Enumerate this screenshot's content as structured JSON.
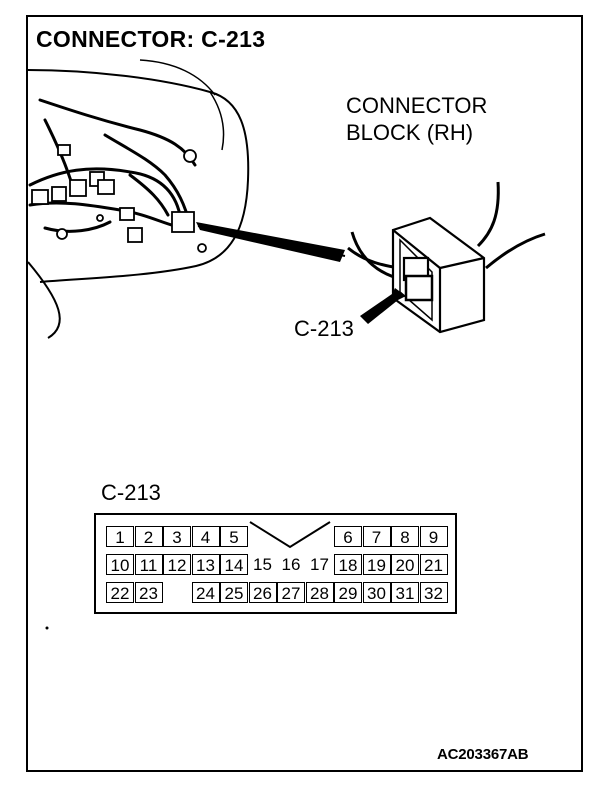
{
  "title": "CONNECTOR: C-213",
  "connector_block": {
    "line1": "CONNECTOR",
    "line2": "BLOCK (RH)"
  },
  "callout": "C-213",
  "pin_diagram": {
    "label": "C-213",
    "pins": [
      {
        "no": "1",
        "row": 0,
        "col": 0
      },
      {
        "no": "2",
        "row": 0,
        "col": 1
      },
      {
        "no": "3",
        "row": 0,
        "col": 2
      },
      {
        "no": "4",
        "row": 0,
        "col": 3
      },
      {
        "no": "5",
        "row": 0,
        "col": 4
      },
      {
        "no": "6",
        "row": 0,
        "col": 8
      },
      {
        "no": "7",
        "row": 0,
        "col": 9
      },
      {
        "no": "8",
        "row": 0,
        "col": 10
      },
      {
        "no": "9",
        "row": 0,
        "col": 11
      },
      {
        "no": "10",
        "row": 1,
        "col": 0
      },
      {
        "no": "11",
        "row": 1,
        "col": 1
      },
      {
        "no": "12",
        "row": 1,
        "col": 2
      },
      {
        "no": "13",
        "row": 1,
        "col": 3
      },
      {
        "no": "14",
        "row": 1,
        "col": 4
      },
      {
        "no": "15",
        "row": 1,
        "col": 5
      },
      {
        "no": "16",
        "row": 1,
        "col": 6
      },
      {
        "no": "17",
        "row": 1,
        "col": 7
      },
      {
        "no": "18",
        "row": 1,
        "col": 8
      },
      {
        "no": "19",
        "row": 1,
        "col": 9
      },
      {
        "no": "20",
        "row": 1,
        "col": 10
      },
      {
        "no": "21",
        "row": 1,
        "col": 11
      },
      {
        "no": "22",
        "row": 2,
        "col": 0
      },
      {
        "no": "23",
        "row": 2,
        "col": 1
      },
      {
        "no": "24",
        "row": 2,
        "col": 3
      },
      {
        "no": "25",
        "row": 2,
        "col": 4
      },
      {
        "no": "26",
        "row": 2,
        "col": 5
      },
      {
        "no": "27",
        "row": 2,
        "col": 6
      },
      {
        "no": "28",
        "row": 2,
        "col": 7
      },
      {
        "no": "29",
        "row": 2,
        "col": 8
      },
      {
        "no": "30",
        "row": 2,
        "col": 9
      },
      {
        "no": "31",
        "row": 2,
        "col": 10
      },
      {
        "no": "32",
        "row": 2,
        "col": 11
      }
    ],
    "boxed_pins": [
      "1",
      "2",
      "3",
      "4",
      "5",
      "6",
      "7",
      "8",
      "9",
      "10",
      "11",
      "12",
      "13",
      "14",
      "18",
      "19",
      "20",
      "21",
      "22",
      "23",
      "24",
      "25",
      "26",
      "27",
      "28",
      "29",
      "30",
      "31",
      "32"
    ]
  },
  "figure_code": "AC203367AB"
}
